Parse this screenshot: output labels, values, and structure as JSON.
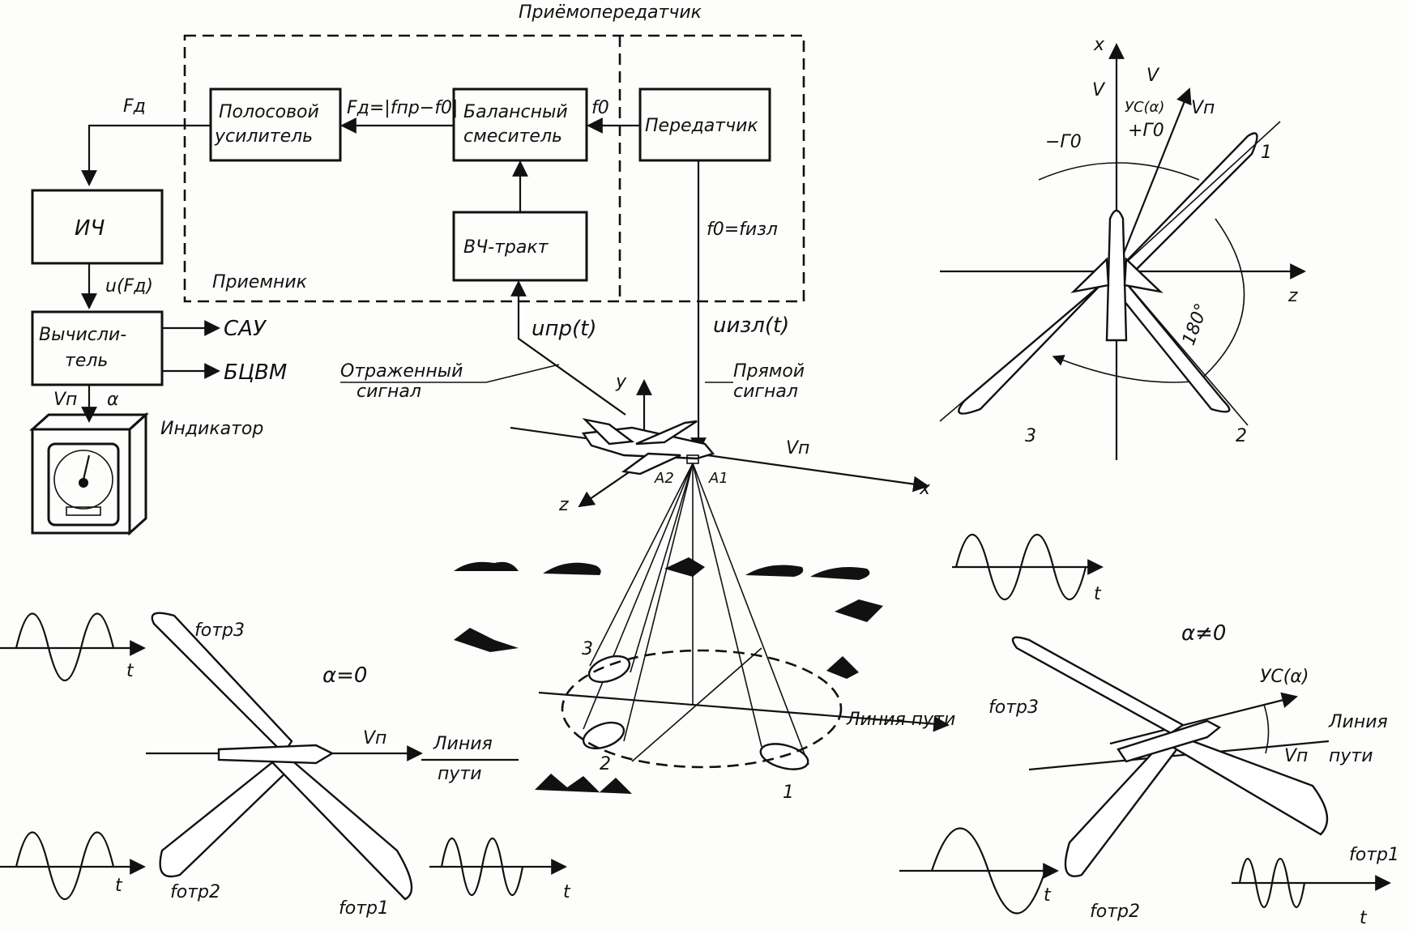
{
  "block_diagram": {
    "transceiver_title": "Приёмопередатчик",
    "receiver_label": "Приемник",
    "band_amp": [
      "Полосовой",
      "усилитель"
    ],
    "mixer": [
      "Балансный",
      "смеситель"
    ],
    "transmitter": "Передатчик",
    "hf_path": "ВЧ-тракт",
    "freq_meter": "ИЧ",
    "computer": [
      "Вычисли-",
      "тель"
    ],
    "indicator": "Индикатор",
    "sau": "САУ",
    "bcvm": "БЦВМ",
    "fd_out": "Fд",
    "fd_formula": "Fд=|fпр−f0|",
    "f0": "f0",
    "f0_emit": "f0=fизл",
    "u_fd": "u(Fд)",
    "u_pr": "uпр(t)",
    "u_izl": "uизл(t)",
    "vp": "Vп",
    "alpha": "α",
    "reflected": [
      "Отраженный",
      "сигнал"
    ],
    "direct": [
      "Прямой",
      "сигнал"
    ]
  },
  "scene": {
    "axis_y": "y",
    "axis_z": "z",
    "axis_x": "x",
    "vp": "Vп",
    "a1": "A1",
    "a2": "A2",
    "beam1": "1",
    "beam2": "2",
    "beam3": "3",
    "path_line": "Линия пути"
  },
  "top_right": {
    "axis_x": "x",
    "axis_z": "z",
    "v": "V",
    "v_top": "V",
    "vp": "Vп",
    "yc": "УС(α)",
    "minus_g0": "−Γ0",
    "plus_g0": "+Γ0",
    "deg180": "180°",
    "beam1": "1",
    "beam2": "2",
    "beam3": "3",
    "t": "t"
  },
  "bottom_left": {
    "alpha_zero": "α=0",
    "vp": "Vп",
    "path": [
      "Линия",
      "пути"
    ],
    "fotr3": "fотр3",
    "fotr2": "fотр2",
    "fotr1": "fотр1",
    "t": "t"
  },
  "bottom_right": {
    "alpha_ne": "α≠0",
    "yc": "УС(α)",
    "vp": "Vп",
    "path": [
      "Линия",
      "пути"
    ],
    "fotr3": "fотр3",
    "fotr2": "fотр2",
    "fotr1": "fотр1",
    "t": "t"
  }
}
